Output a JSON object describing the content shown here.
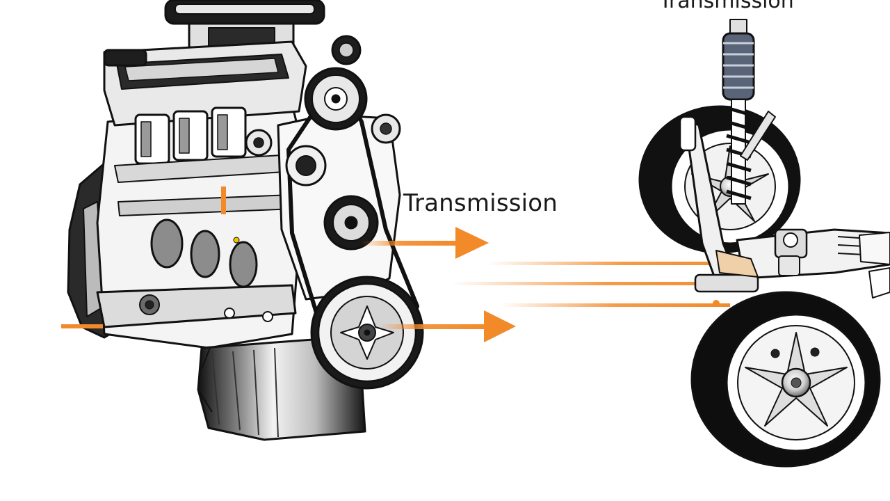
{
  "labels": {
    "center": "Transmission",
    "top": "Transmission"
  },
  "colors": {
    "arrow": "#f28a2a",
    "ink": "#111111",
    "metal_light": "#e6e6e6",
    "metal_mid": "#9a9a9a",
    "spring": "#5a6478",
    "background": "#ffffff"
  },
  "components": [
    "engine-block",
    "crank-pulley",
    "timing-gears",
    "suspension-strut",
    "upper-wheel",
    "lower-wheel",
    "axle-assembly"
  ]
}
